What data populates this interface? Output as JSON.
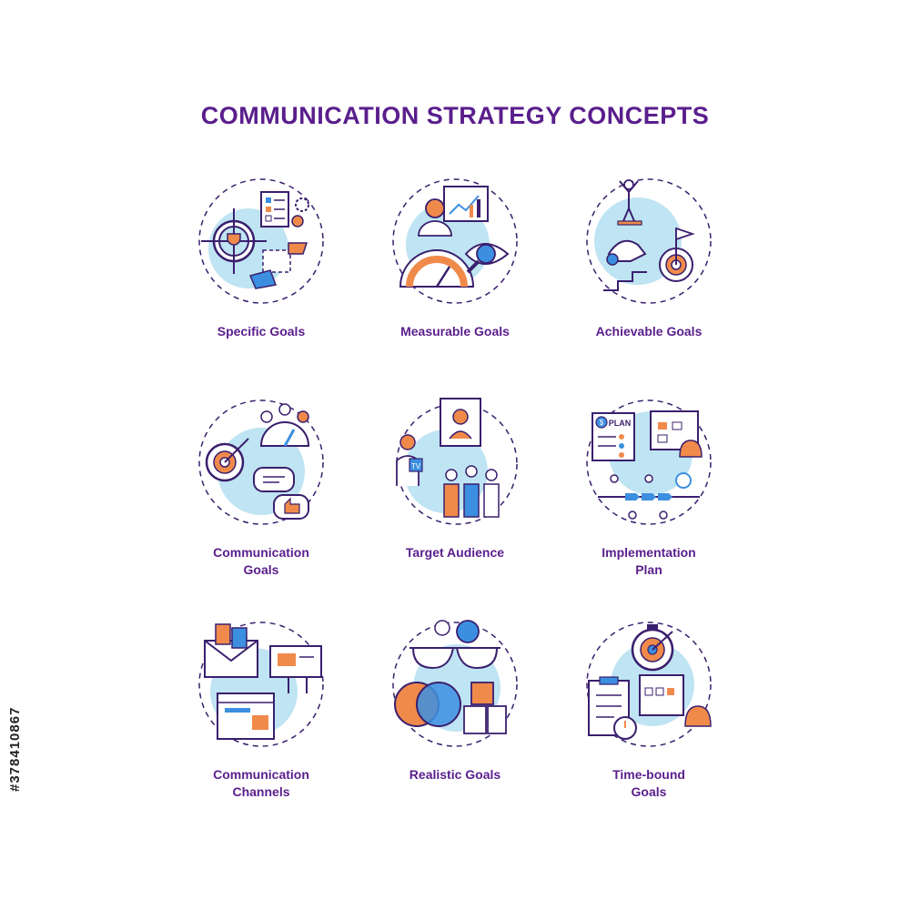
{
  "title": "COMMUNICATION STRATEGY CONCEPTS",
  "items": [
    {
      "label": "Specific Goals"
    },
    {
      "label": "Measurable Goals"
    },
    {
      "label": "Achievable Goals"
    },
    {
      "label": "Communication Goals"
    },
    {
      "label": "Target Audience"
    },
    {
      "label": "Implementation Plan"
    },
    {
      "label": "Communication Channels"
    },
    {
      "label": "Realistic Goals"
    },
    {
      "label": "Time-bound Goals"
    }
  ],
  "icon_badges": {
    "plan": "PLAN",
    "tv": "TV",
    "dollar": "$"
  },
  "side_text": "#378410867",
  "colors": {
    "title": "#5a1e8c",
    "circle": "#bfe4f3",
    "accent_blue": "#3c8fe0",
    "accent_orange": "#f08a4b",
    "outline": "#3a1f6e"
  }
}
